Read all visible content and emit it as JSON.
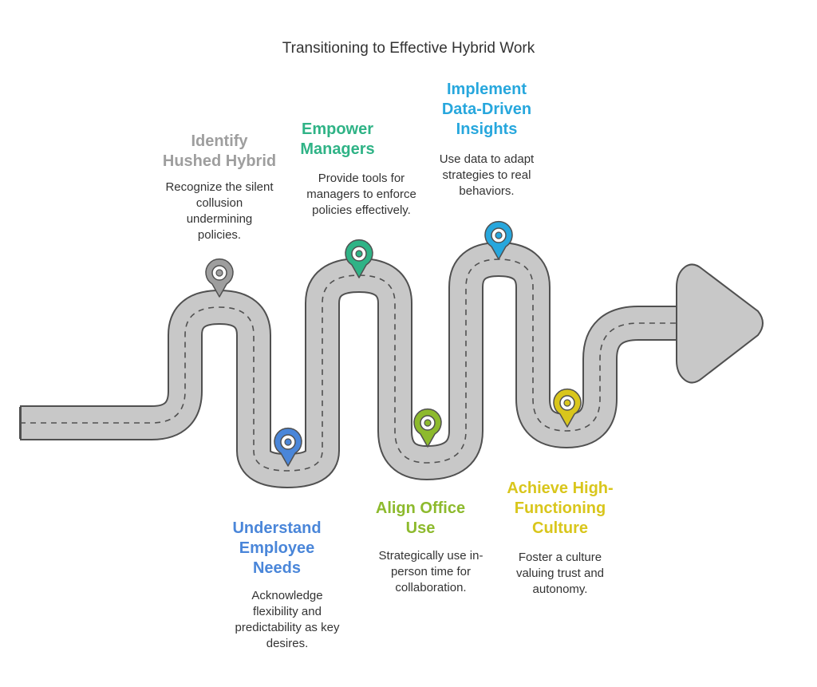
{
  "title": "Transitioning to Effective Hybrid Work",
  "colors": {
    "road_fill": "#c8c8c8",
    "road_edge": "#505050",
    "gray": "#9e9e9e",
    "blue": "#4a86d9",
    "green": "#2fb386",
    "lime": "#8dba2d",
    "cyan": "#27a7dd",
    "yellow": "#d9c61c"
  },
  "steps": [
    {
      "id": "identify-hushed-hybrid",
      "title_lines": [
        "Identify",
        "Hushed Hybrid"
      ],
      "desc_lines": [
        "Recognize the silent",
        "collusion",
        "undermining",
        "policies."
      ],
      "color": "#9e9e9e",
      "pin_color": "#9e9e9e"
    },
    {
      "id": "understand-employee-needs",
      "title_lines": [
        "Understand",
        "Employee",
        "Needs"
      ],
      "desc_lines": [
        "Acknowledge",
        "flexibility and",
        "predictability as key",
        "desires."
      ],
      "color": "#4a86d9",
      "pin_color": "#4a86d9"
    },
    {
      "id": "empower-managers",
      "title_lines": [
        "Empower",
        "Managers"
      ],
      "desc_lines": [
        "Provide tools for",
        "managers to enforce",
        "policies effectively."
      ],
      "color": "#2fb386",
      "pin_color": "#2fb386"
    },
    {
      "id": "align-office-use",
      "title_lines": [
        "Align Office",
        "Use"
      ],
      "desc_lines": [
        "Strategically use in-",
        "person time for",
        "collaboration."
      ],
      "color": "#8dba2d",
      "pin_color": "#8dba2d"
    },
    {
      "id": "implement-data-driven-insights",
      "title_lines": [
        "Implement",
        "Data-Driven",
        "Insights"
      ],
      "desc_lines": [
        "Use data to adapt",
        "strategies to real",
        "behaviors."
      ],
      "color": "#27a7dd",
      "pin_color": "#27a7dd"
    },
    {
      "id": "achieve-high-functioning-culture",
      "title_lines": [
        "Achieve High-",
        "Functioning",
        "Culture"
      ],
      "desc_lines": [
        "Foster a culture",
        "valuing trust and",
        "autonomy."
      ],
      "color": "#d9c61c",
      "pin_color": "#d9c61c"
    }
  ]
}
